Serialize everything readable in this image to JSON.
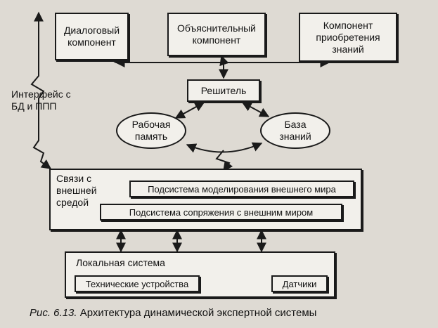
{
  "diagram": {
    "dialog_component": "Диалоговый компонент",
    "explanatory_component": "Объяснительный компонент",
    "knowledge_acquisition_component": "Компонент приобретения знаний",
    "db_interface": "Интерфейс с БД и ППП",
    "solver": "Решитель",
    "working_memory": "Рабочая память",
    "knowledge_base": "База знаний",
    "external_links": "Связи с внешней средой",
    "world_modeling_subsystem": "Подсистема моделирования внешнего мира",
    "world_interface_subsystem": "Подсистема сопряжения с внешним миром",
    "local_system": "Локальная система",
    "technical_devices": "Технические устройства",
    "sensors": "Датчики"
  },
  "caption": {
    "figure_number": "Рис. 6.13.",
    "title": "Архитектура динамической экспертной системы"
  },
  "colors": {
    "background": "#dedad3",
    "box_fill": "#f2f0eb",
    "stroke": "#1a1a1a"
  }
}
